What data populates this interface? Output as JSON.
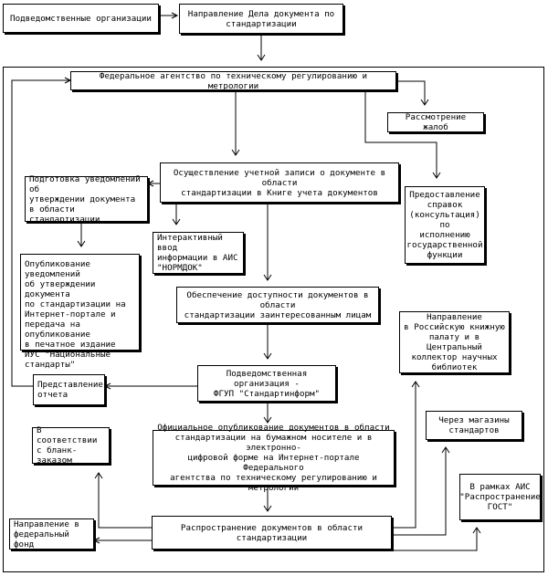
{
  "nodes": {
    "sub_orgs": "Подведомственные организации",
    "send_to_std": "Направление Дела документа по\nстандартизации",
    "fed_agency": "Федеральное агентство по техническому регулированию и метрологии",
    "complaints": "Рассмотрение жалоб",
    "accounting": "Осуществление учетной записи о документе в области\nстандартизации в Книге учета документов",
    "notices_prep": "Подготовка уведомлений об\nутверждении документа\nв области стандартизации",
    "consult": "Предоставление\nсправок\n(консультация) по\nисполнению\nгосударственной\nфункции",
    "interactive": "Интерактивный ввод\nинформации в АИС\n\"НОРМДОК\"",
    "notices_pub": "Опубликование уведомлений\nоб утверждении документа\nпо стандартизации на\nИнтернет-портале и\nпередача на опубликование\nв печатное издание\nИУС \"Национальные\nстандарты\"",
    "availability": "Обеспечение доступности документов в области\nстандартизации заинтересованным лицам",
    "library": "Направление\nв Российскую книжную\nпалату и в Центральный\nколлектор научных\nбиблиотек",
    "report": "Представление\nотчета",
    "fgup": "Подведомственная организация -\nФГУП \"Стандартинформ\"",
    "shops": "Через магазины\nстандартов",
    "blank_order": "В соответствии\nс бланк-заказом",
    "official_pub": "Официальное опубликование документов в области\nстандартизации на бумажном носителе и в электронно-\nцифровой форме на Интернет-портале Федерального\nагентства по техническому регулированию и метрологии",
    "ais_gost": "В рамках АИС\n\"Распространение\nГОСТ\"",
    "fed_fund": "Направление в\nфедеральный фонд",
    "distribution": "Распространение документов в области стандартизации"
  }
}
